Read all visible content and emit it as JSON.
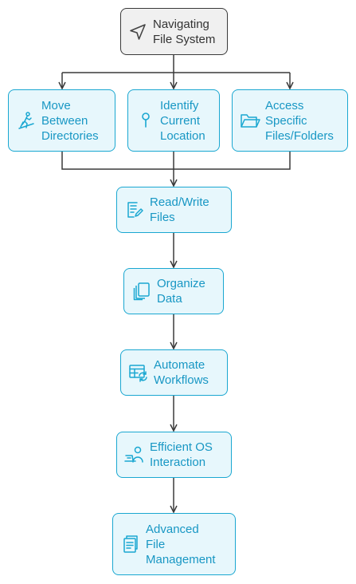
{
  "nodes": {
    "root": {
      "lines": [
        "Navigating",
        "File System"
      ],
      "icon": "navigation-arrow-icon"
    },
    "move": {
      "lines": [
        "Move",
        "Between",
        "Directories"
      ],
      "icon": "person-hiking-icon"
    },
    "identify": {
      "lines": [
        "Identify",
        "Current",
        "Location"
      ],
      "icon": "location-pin-icon"
    },
    "access": {
      "lines": [
        "Access",
        "Specific",
        "Files/Folders"
      ],
      "icon": "open-folder-icon"
    },
    "readwrite": {
      "lines": [
        "Read/Write",
        "Files"
      ],
      "icon": "document-edit-icon"
    },
    "organize": {
      "lines": [
        "Organize",
        "Data"
      ],
      "icon": "stacked-documents-icon"
    },
    "automate": {
      "lines": [
        "Automate",
        "Workflows"
      ],
      "icon": "table-sync-icon"
    },
    "efficient": {
      "lines": [
        "Efficient OS",
        "Interaction"
      ],
      "icon": "user-laptop-icon"
    },
    "advanced": {
      "lines": [
        "Advanced",
        "File",
        "Management"
      ],
      "icon": "document-stack-icon"
    }
  },
  "colors": {
    "accent": "#1aa7d1",
    "text": "#1897c4",
    "fill": "#e7f7fc",
    "root_fill": "#f0f0f0",
    "root_border": "#3a3a3a",
    "connector": "#3a3a3a"
  }
}
